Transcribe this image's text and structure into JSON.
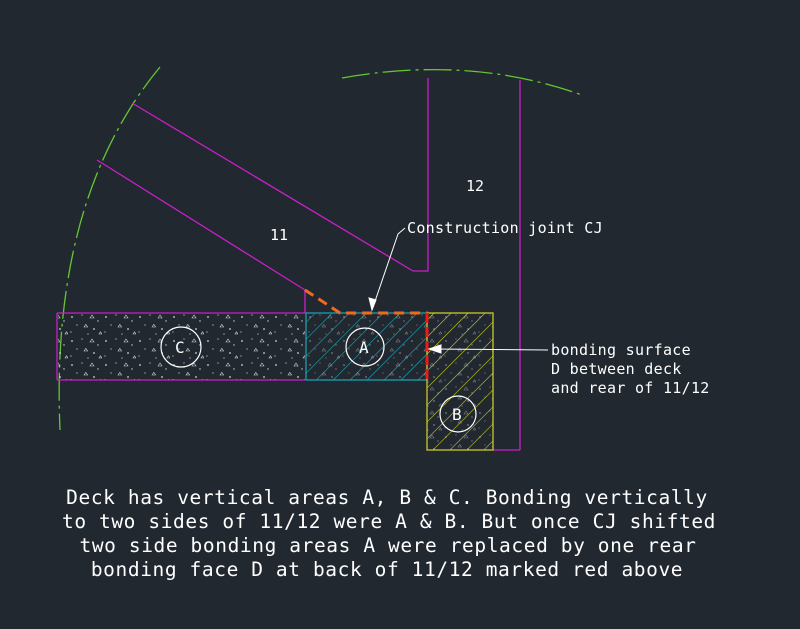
{
  "labels": {
    "pier_11": "11",
    "pier_12": "12",
    "construction_joint": "Construction joint CJ",
    "area_a": "A",
    "area_b": "B",
    "area_c": "C",
    "bonding_note_line1": "bonding surface",
    "bonding_note_line2": "D between deck",
    "bonding_note_line3": "and rear of 11/12"
  },
  "caption": {
    "line1": "Deck has vertical areas A, B & C. Bonding vertically",
    "line2": "to two sides of 11/12 were A & B. But once CJ shifted",
    "line3": "two side bonding areas A were replaced by one rear",
    "line4": "bonding face D at back of 11/12 marked red above"
  },
  "colors": {
    "background": "#212830",
    "magenta_outline": "#c81fc8",
    "green_dashed_arc": "#64c832",
    "cyan_area_a": "#1aa8b8",
    "yellow_area_b": "#c8c828",
    "red_bonding_face": "#e81c1c",
    "orange_cj": "#f06a1e",
    "white_text": "#ffffff"
  }
}
